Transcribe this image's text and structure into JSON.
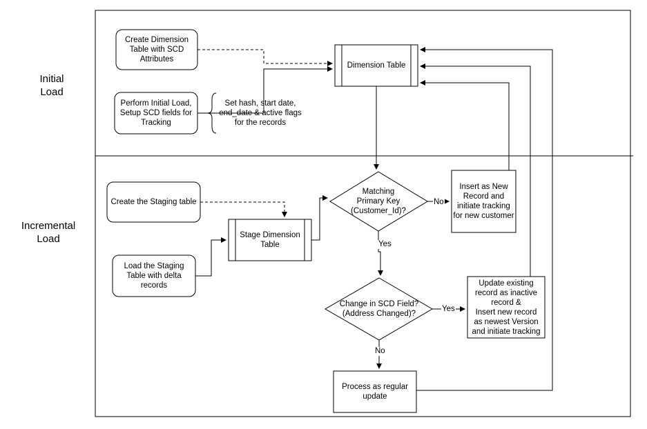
{
  "sections": {
    "initial": [
      "Initial",
      "Load"
    ],
    "incremental": [
      "Incremental",
      "Load"
    ]
  },
  "nodes": {
    "create_dimension": [
      "Create Dimension",
      "Table with SCD",
      "Attributes"
    ],
    "perform_initial": [
      "Perform Initial Load,",
      "Setup SCD fields for",
      "Tracking"
    ],
    "brace_note": [
      "Set hash, start date,",
      "end_date & active flags",
      "for the records"
    ],
    "dimension_table": [
      "Dimension Table"
    ],
    "create_staging": [
      "Create the Staging table"
    ],
    "stage_dimension": [
      "Stage Dimension",
      "Table"
    ],
    "load_staging": [
      "Load the Staging",
      "Table with delta",
      "records"
    ],
    "matching_pk": [
      "Matching",
      "Primary Key",
      "(Customer_Id)?"
    ],
    "insert_new": [
      "Insert as New",
      "Record and",
      "initiate tracking",
      "for new customer"
    ],
    "change_scd": [
      "Change in SCD Field?",
      "(Address Changed)?"
    ],
    "update_existing": [
      "Update existing",
      "record as inactive",
      "record &",
      "Insert new record",
      "as newest Version",
      "and initiate tracking"
    ],
    "process_regular": [
      "Process as regular",
      "update"
    ]
  },
  "edges": {
    "no_1": "No",
    "yes_1": "Yes",
    "yes_2": "Yes",
    "no_2": "No"
  }
}
